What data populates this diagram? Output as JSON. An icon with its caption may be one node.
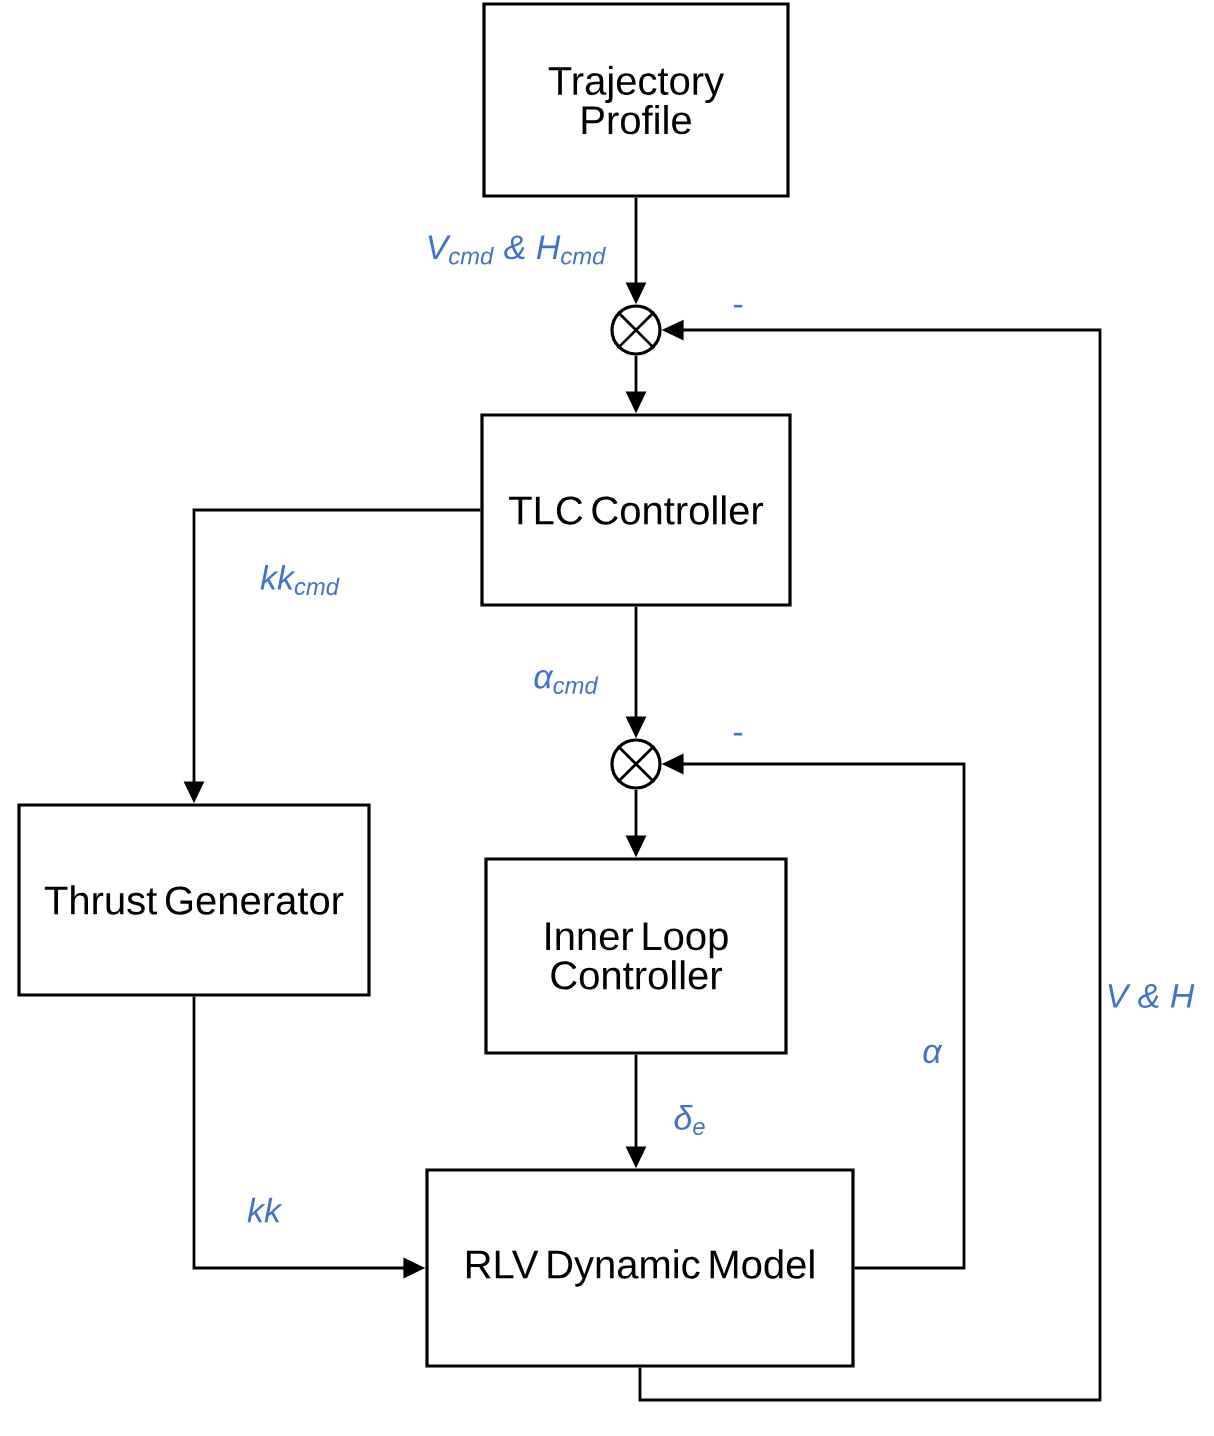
{
  "diagram": {
    "nodes": [
      {
        "text": [
          "Trajectory Profile"
        ]
      },
      {
        "text": [],
        "shape": "circle"
      },
      {
        "text": [
          "TLC Controller"
        ]
      },
      {
        "text": [],
        "shape": "circle"
      },
      {
        "text": [
          "Thrust Generator"
        ]
      },
      {
        "text": [
          "Inner Loop Controller"
        ]
      },
      {
        "text": [
          "RLV Dynamic Model"
        ]
      }
    ],
    "edges": [
      {
        "from": 0,
        "to": 1,
        "arrow": "to",
        "label": "V$_{cmd}$ & H$_{cmd}$"
      },
      {
        "from": 1,
        "to": 2,
        "arrow": "to"
      },
      {
        "from": 2,
        "to": 4,
        "arrow": "to",
        "label": "kk$_{cmd}$"
      },
      {
        "from": 2,
        "to": 3,
        "arrow": "to",
        "label": "α$_{cmd}$"
      },
      {
        "from": 3,
        "to": 5,
        "arrow": "to"
      },
      {
        "from": 5,
        "to": 6,
        "arrow": "to",
        "label": "δ$_{e}$"
      },
      {
        "from": 4,
        "to": 6,
        "arrow": "to",
        "label": "kk"
      },
      {
        "from": 6,
        "to": 3,
        "arrow": "to",
        "label": "α"
      },
      {
        "from": 6,
        "to": 1,
        "arrow": "to",
        "label": "V & H"
      }
    ],
    "labels": [
      "-",
      "-"
    ]
  }
}
